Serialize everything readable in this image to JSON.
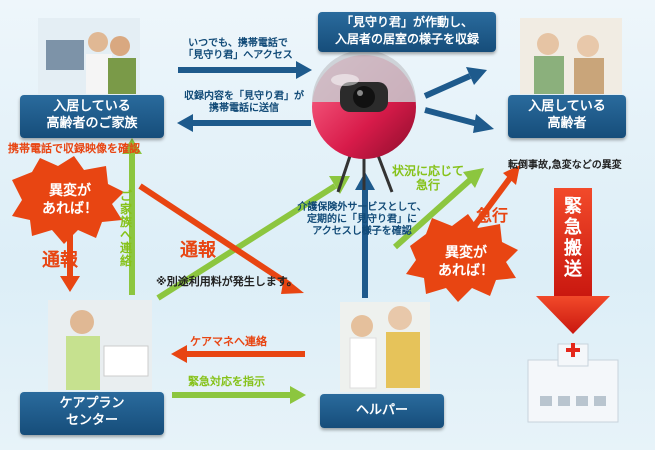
{
  "nodes": {
    "family": "入居している\n高齢者のご家族",
    "resident": "入居している\n高齢者",
    "careplan": "ケアプラン\nセンター",
    "helper": "ヘルパー"
  },
  "top_box": "「見守り君」が作動し、\n入居者の居室の様子を収録",
  "labels": {
    "access": "いつでも、携帯電話で\n「見守り君」へアクセス",
    "send": "収録内容を「見守り君」が\n携帯電話に送信",
    "confirm_video": "携帯電話で収録映像を確認",
    "contact_family": "ご家族へ連絡",
    "report_left": "通報",
    "report_mid": "通報",
    "extra_fee": "※別途利用料が発生します。",
    "insurance": "介護保険外サービスとして、\n定期的に「見守り君」に\nアクセスし様子を確認",
    "as_needed": "状況に応じて\n急行",
    "rush": "急行",
    "accidents": "転倒事故,急変などの異変",
    "emergency": "緊急搬送",
    "contact_caremanager": "ケアマネへ連絡",
    "instruct": "緊急対応を指示"
  },
  "bursts": {
    "left": "異変が\nあれば！",
    "right": "異変が\nあれば！"
  },
  "colors": {
    "node_blue": "#1b5b8c",
    "arrow_blue": "#1e5a8c",
    "arrow_red": "#e84512",
    "arrow_green": "#8cc63f",
    "emergency_red": "#e4271b"
  }
}
